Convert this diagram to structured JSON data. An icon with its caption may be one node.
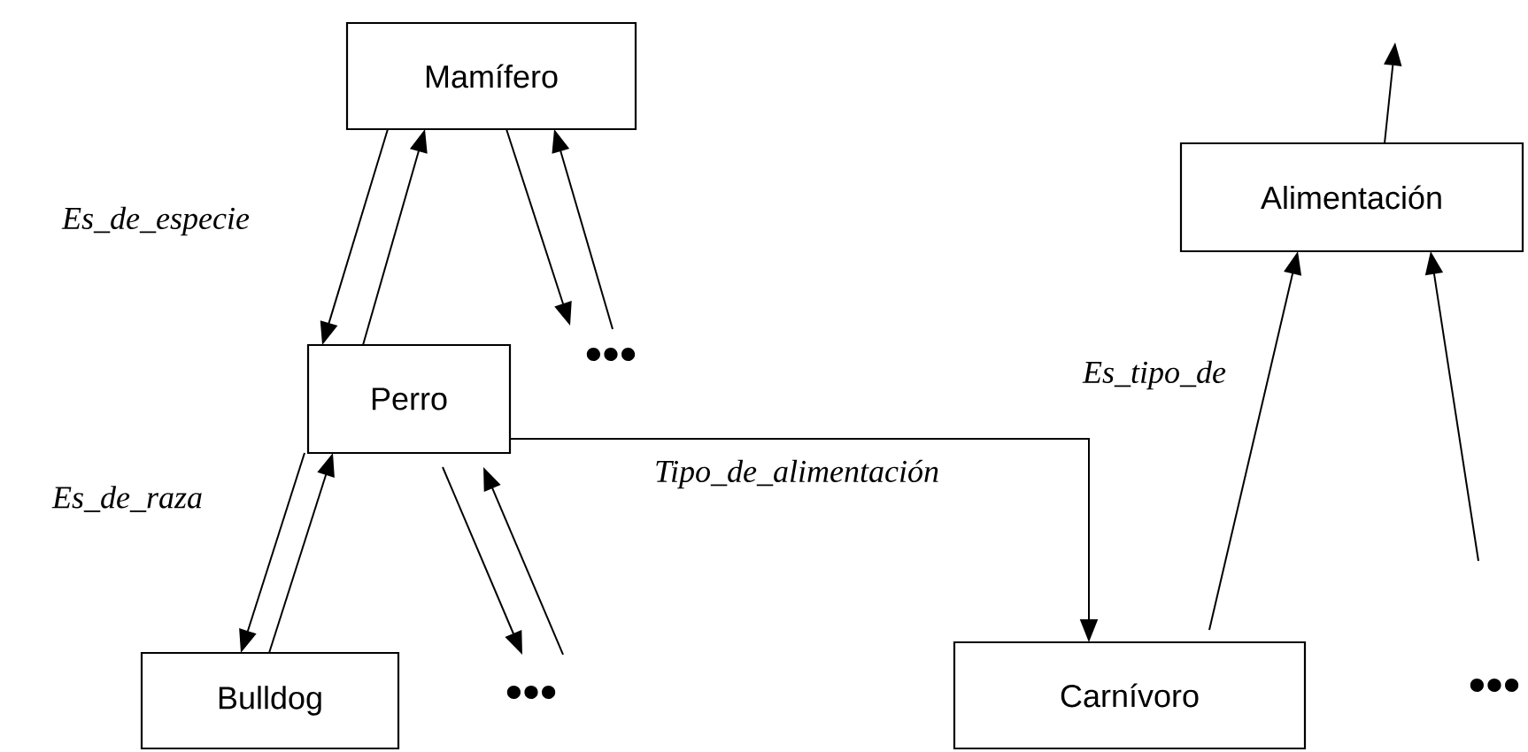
{
  "diagram": {
    "nodes": [
      {
        "text": [
          "Mamífero"
        ]
      },
      {
        "text": [
          "Alimentación"
        ]
      },
      {
        "text": [
          "•••"
        ]
      },
      {
        "text": [
          "Perro"
        ]
      },
      {
        "text": [
          "Bulldog"
        ]
      },
      {
        "text": [
          "•••"
        ]
      },
      {
        "text": [
          "Carnívoro"
        ]
      },
      {
        "text": [
          "•••"
        ]
      }
    ],
    "edges": [
      {
        "from": 0,
        "to": 3,
        "arrow": "to",
        "label": "Es_de_especie"
      },
      {
        "from": 3,
        "to": 0,
        "arrow": "to"
      },
      {
        "from": 0,
        "to": 2,
        "arrow": "to"
      },
      {
        "from": 2,
        "to": 0,
        "arrow": "to"
      },
      {
        "from": 3,
        "to": 4,
        "arrow": "to",
        "label": "Es_de_raza"
      },
      {
        "from": 4,
        "to": 3,
        "arrow": "to"
      },
      {
        "from": 3,
        "to": 5,
        "arrow": "to"
      },
      {
        "from": 5,
        "to": 3,
        "arrow": "to"
      },
      {
        "from": 3,
        "to": 6,
        "arrow": "to",
        "label": "Tipo_de_alimentación"
      },
      {
        "from": 6,
        "to": 1,
        "arrow": "to",
        "label": "Es_tipo_de"
      },
      {
        "from": 7,
        "to": 1,
        "arrow": "to"
      },
      {
        "from": 1,
        "to": null,
        "arrow": "to"
      }
    ]
  }
}
